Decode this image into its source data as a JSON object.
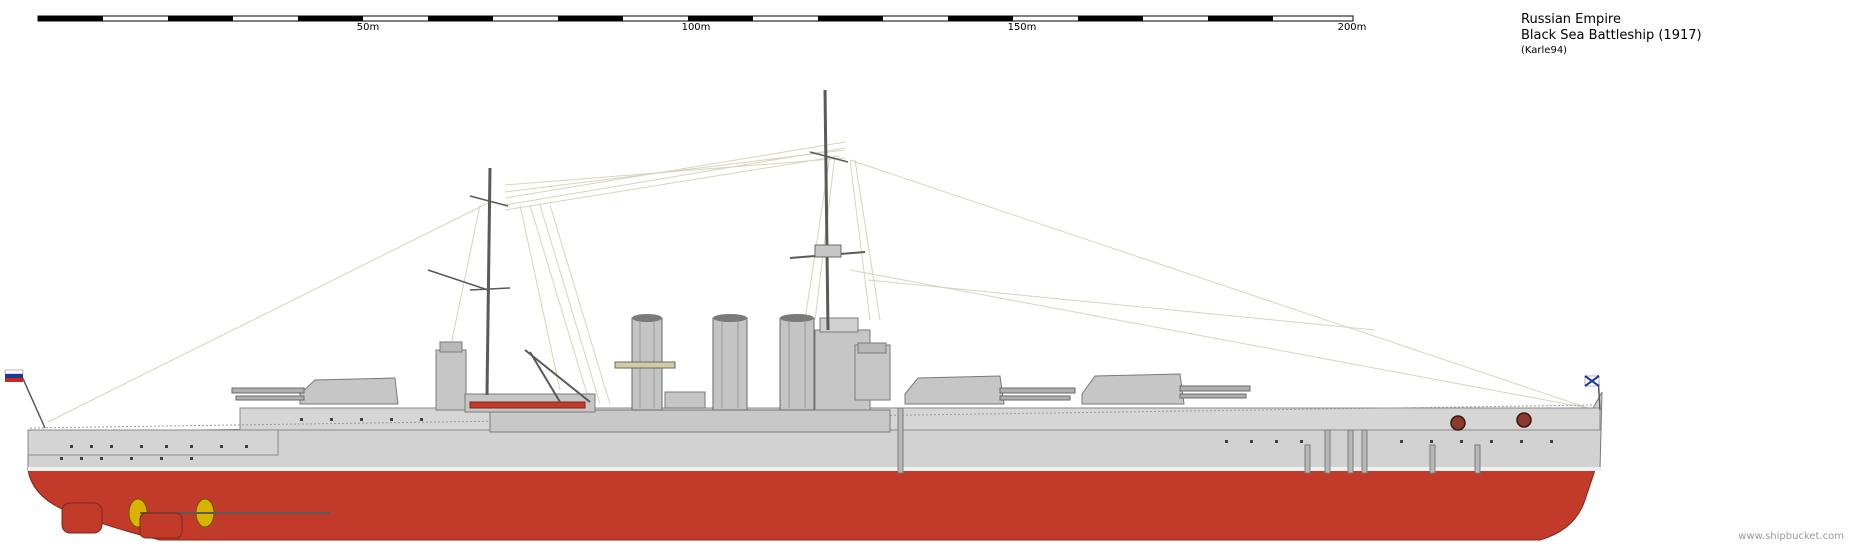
{
  "scale_bar": {
    "labels": [
      "50m",
      "100m",
      "150m",
      "200m"
    ]
  },
  "title_block": {
    "line1": "Russian Empire",
    "line2": "Black Sea Battleship (1917)",
    "author": "(Karle94)"
  },
  "watermark": "www.shipbucket.com",
  "colors": {
    "hull_red": "#c23a2a",
    "hull_grey": "#d2d2d2",
    "superstructure_grey": "#c6c6c6",
    "deck_line": "#9a9a9a",
    "rigging": "#d8d4bc",
    "propeller": "#d8b400"
  },
  "icons": {
    "stern_flag": "russian-tricolour-flag-icon",
    "bow_jack": "st-andrew-saltire-jack-icon"
  }
}
